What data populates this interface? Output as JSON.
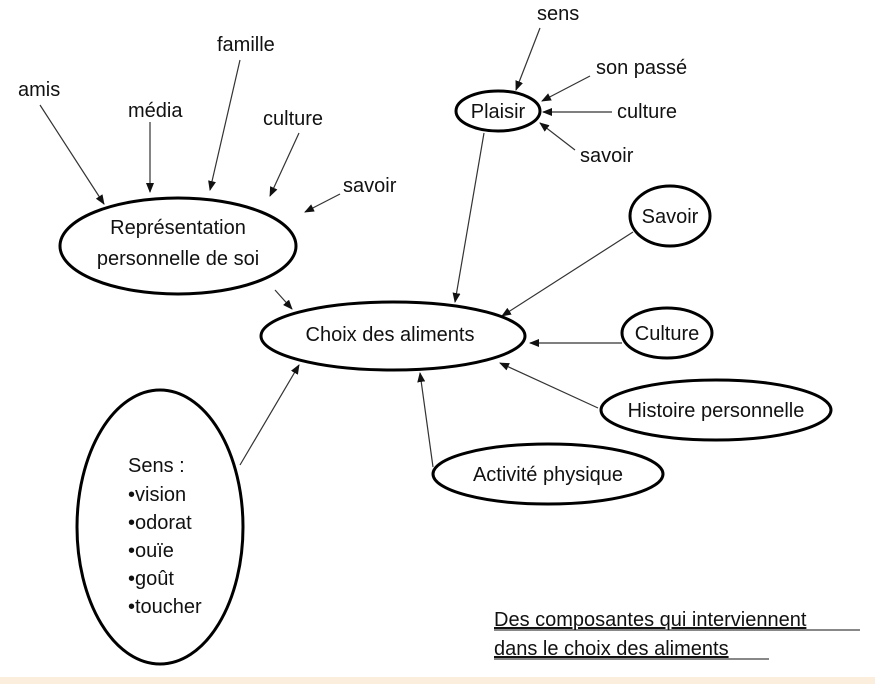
{
  "influences_representation": [
    "amis",
    "média",
    "famille",
    "culture",
    "savoir"
  ],
  "representation": [
    "Représentation",
    "personnelle de soi"
  ],
  "center": "Choix des aliments",
  "plaisir": {
    "label": "Plaisir",
    "inputs": [
      "sens",
      "son passé",
      "culture",
      "savoir"
    ]
  },
  "nodes": {
    "savoir": "Savoir",
    "culture": "Culture",
    "histoire": "Histoire personnelle",
    "activite": "Activité physique"
  },
  "sens": {
    "title": "Sens :",
    "items": [
      "•vision",
      "•odorat",
      "•ouïe",
      "•goût",
      "•toucher"
    ]
  },
  "caption": [
    "Des composantes qui interviennent",
    "dans le choix des aliments"
  ]
}
